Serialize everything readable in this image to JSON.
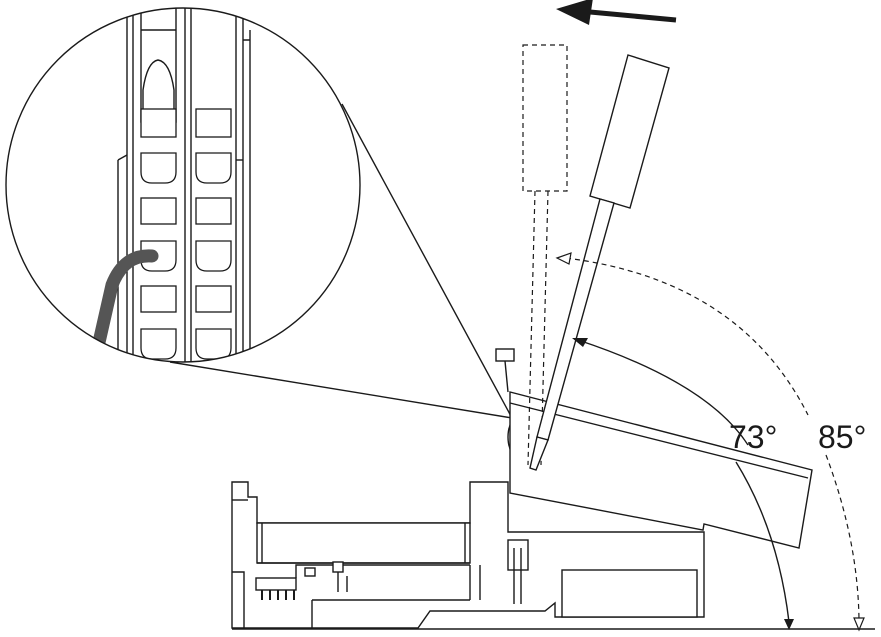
{
  "diagram": {
    "angle_labels": {
      "first": "73°",
      "second": "85°"
    },
    "direction_arrow": "left",
    "colors": {
      "line": "#1a1a1a",
      "background": "#ffffff",
      "cable": "#555555"
    }
  }
}
